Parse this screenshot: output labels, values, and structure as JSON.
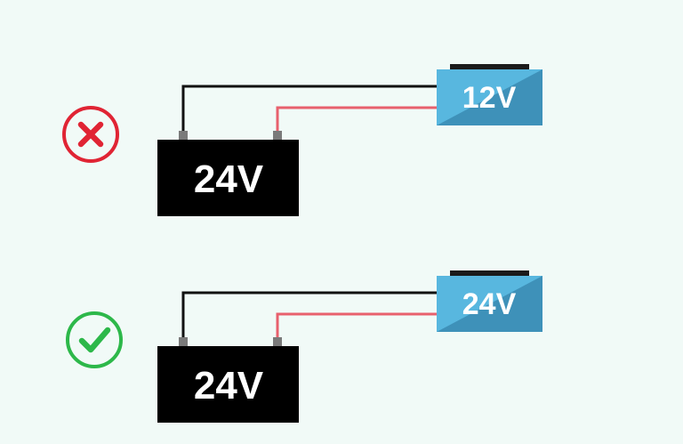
{
  "panels": [
    {
      "status": "incorrect",
      "status_icon": "x-circle-icon",
      "status_color": "#e02434",
      "battery_label": "24V",
      "device_label": "12V"
    },
    {
      "status": "correct",
      "status_icon": "check-circle-icon",
      "status_color": "#2db84a",
      "battery_label": "24V",
      "device_label": "24V"
    }
  ],
  "colors": {
    "background": "#f1faf7",
    "battery": "#000000",
    "terminal": "#7a7a7a",
    "negative_wire": "#111111",
    "positive_wire": "#e8606d",
    "device_light": "#58b7df",
    "device_dark": "#3e91b9",
    "device_cap": "#1b1b1b"
  }
}
